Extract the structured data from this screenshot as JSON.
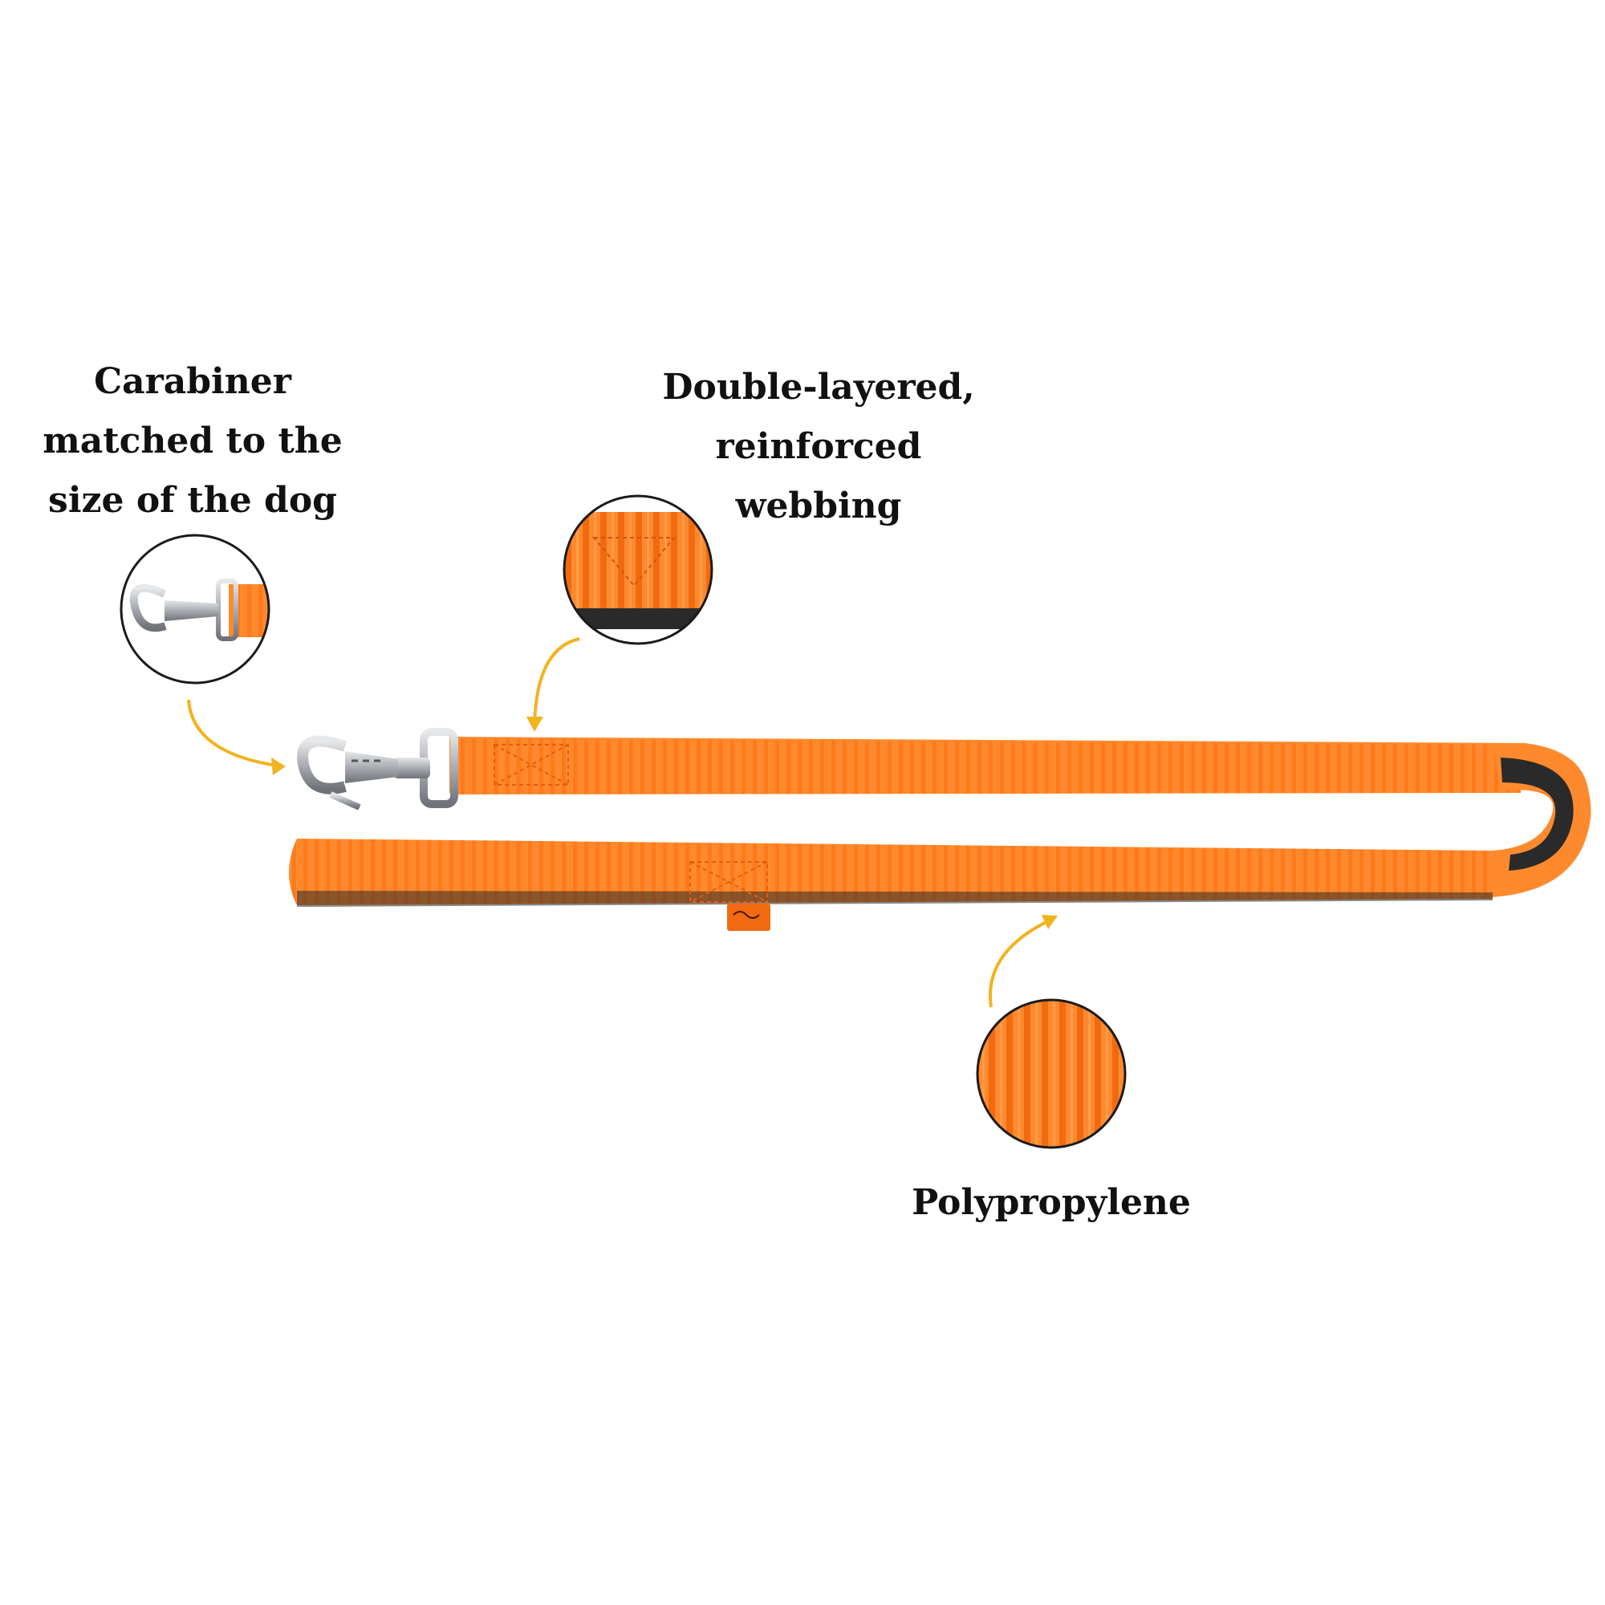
{
  "callouts": {
    "carabiner": {
      "lines": [
        "Carabiner",
        "matched to the",
        "size of the dog"
      ]
    },
    "webbing": {
      "lines": [
        "Double-layered,",
        "reinforced",
        "webbing"
      ]
    },
    "material": {
      "lines": [
        "Polypropylene"
      ]
    }
  },
  "icons": {
    "carabiner_detail": "carabiner-closeup-icon",
    "webbing_detail": "webbing-closeup-icon",
    "material_detail": "polypropylene-texture-icon",
    "leash": "dog-leash-icon",
    "tag": "brand-tag-icon"
  },
  "colors": {
    "leash_orange": "#FF8A2E",
    "leash_lining": "#2a2a2a",
    "arrow": "#F2B320",
    "metal": "#b9bcc0",
    "text": "#111111"
  }
}
